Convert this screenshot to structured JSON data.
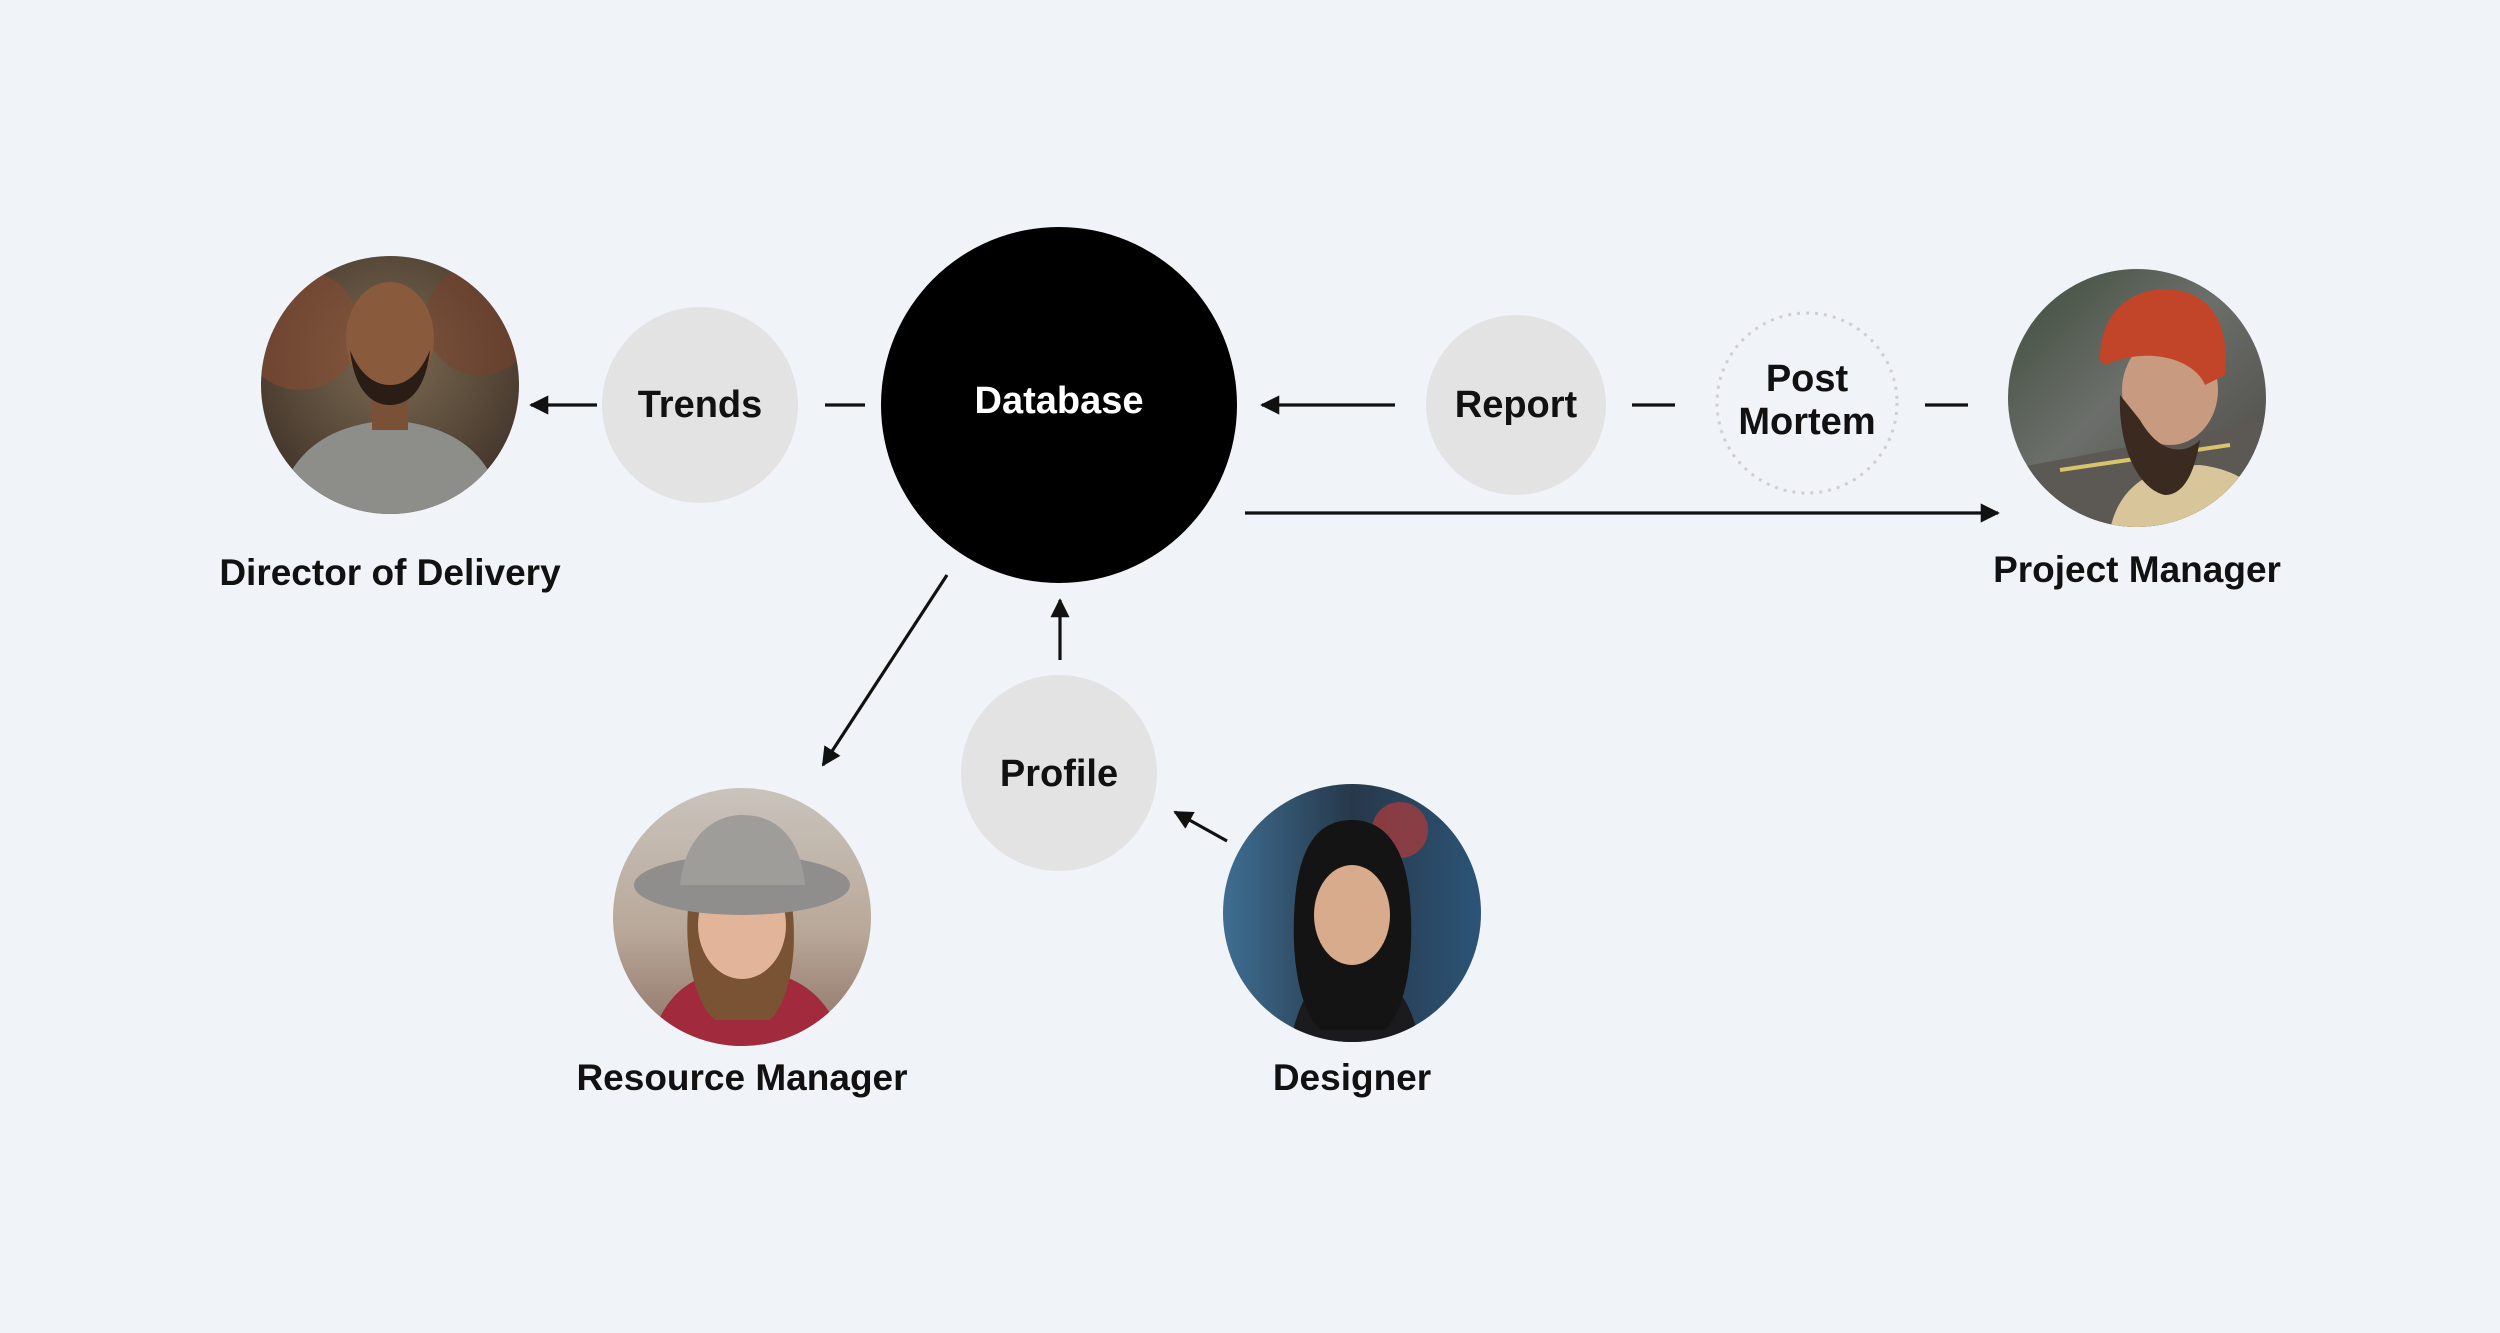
{
  "nodes": {
    "database": "Database",
    "trends": "Trends",
    "report": "Report",
    "post_mortem_line1": "Post",
    "post_mortem_line2": "Mortem",
    "profile": "Profile"
  },
  "people": {
    "director": "Director of Delivery",
    "project_manager": "Project Manager",
    "resource_manager": "Resource Manager",
    "designer": "Designer"
  },
  "colors": {
    "background": "#f0f3f8",
    "database_fill": "#000000",
    "node_fill": "#e3e3e4",
    "text": "#111111"
  }
}
